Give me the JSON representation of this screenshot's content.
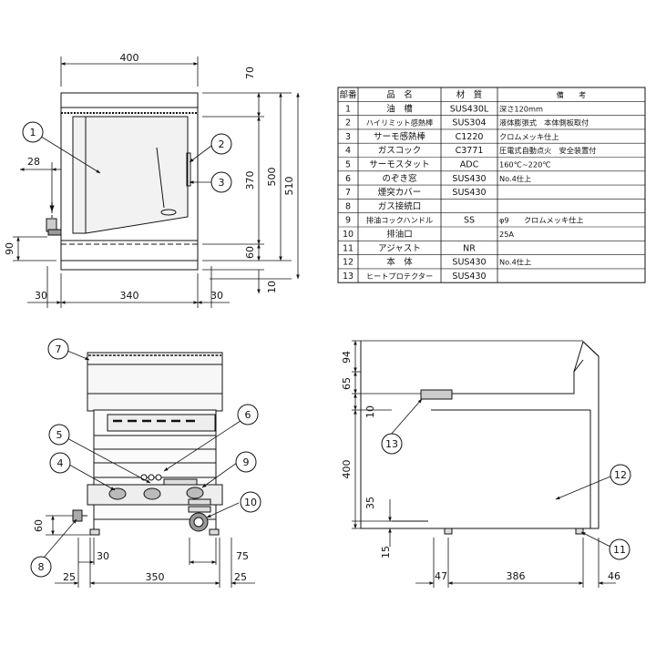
{
  "dimensions": {
    "top": {
      "width": "400",
      "top_h": "70",
      "mid_h": "370",
      "total_h": "500",
      "overall_h": "510",
      "bot_h": "60",
      "foot_h": "10",
      "inlet_offset": "28",
      "inlet_h": "90",
      "side_left": "30",
      "center": "340",
      "side_right": "30"
    },
    "front": {
      "gas_h": "60",
      "left_30": "30",
      "right_75": "75",
      "bot_25a": "25",
      "bot_350": "350",
      "bot_25b": "25"
    },
    "side": {
      "top_94": "94",
      "d_65": "65",
      "d_10": "10",
      "d_400": "400",
      "d_35": "35",
      "d_15": "15",
      "d_47": "47",
      "d_386": "386",
      "d_46": "46"
    }
  },
  "callouts": [
    "1",
    "2",
    "3",
    "4",
    "5",
    "6",
    "7",
    "8",
    "9",
    "10",
    "11",
    "12",
    "13"
  ],
  "parts_table": {
    "headers": [
      "部番",
      "品　名",
      "材　質",
      "備　　考"
    ],
    "rows": [
      [
        "1",
        "油　槽",
        "SUS430L",
        "深さ120mm"
      ],
      [
        "2",
        "ハイリミット感熱棒",
        "SUS304",
        "液体膨張式　本体側板取付"
      ],
      [
        "3",
        "サーモ感熱棒",
        "C1220",
        "クロムメッキ仕上"
      ],
      [
        "4",
        "ガスコック",
        "C3771",
        "圧電式自動点火　安全装置付"
      ],
      [
        "5",
        "サーモスタット",
        "ADC",
        "160℃~220℃"
      ],
      [
        "6",
        "のぞき窓",
        "SUS430",
        "No.4仕上"
      ],
      [
        "7",
        "煙突カバー",
        "SUS430",
        ""
      ],
      [
        "8",
        "ガス接続口",
        "",
        ""
      ],
      [
        "9",
        "排油コックハンドル",
        "SS",
        "φ9　　クロムメッキ仕上"
      ],
      [
        "10",
        "排油口",
        "",
        "25A"
      ],
      [
        "11",
        "アジャスト",
        "NR",
        ""
      ],
      [
        "12",
        "本　体",
        "SUS430",
        "No.4仕上"
      ],
      [
        "13",
        "ヒートプロテクター",
        "SUS430",
        ""
      ]
    ]
  }
}
